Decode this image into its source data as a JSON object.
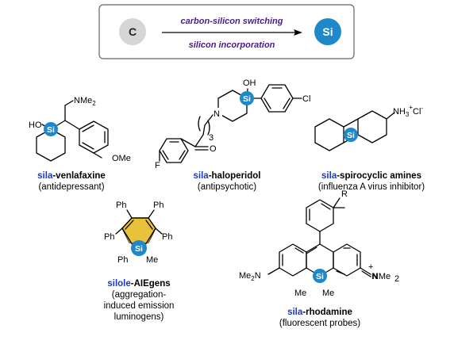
{
  "header": {
    "left_atom": "C",
    "right_atom": "Si",
    "arrow_top_label": "carbon-silicon switching",
    "arrow_bottom_label": "silicon incorporation",
    "colors": {
      "purple_text": "#4b1a8c",
      "si_blue": "#1f88c8",
      "c_gray": "#d6d6d6",
      "box_border": "#666666"
    }
  },
  "atom_labels": {
    "si": "Si",
    "nme2": "NMe",
    "sub2": "2",
    "ho": "HO",
    "oh": "OH",
    "ome": "OMe",
    "cl": "Cl",
    "n": "N",
    "f": "F",
    "o": "O",
    "n3": "3",
    "nh3": "NH",
    "sub3": "3",
    "sup_plus": "+",
    "cl_minus": "Cl",
    "sup_minus": "-",
    "ph": "Ph",
    "me": "Me",
    "r": "R",
    "me2n": "Me",
    "me2n_n": "N"
  },
  "compounds": [
    {
      "prefix": "sila",
      "name": "-venlafaxine",
      "desc": "(antidepressant)"
    },
    {
      "prefix": "sila",
      "name": "-haloperidol",
      "desc": "(antipsychotic)"
    },
    {
      "prefix": "sila",
      "name": "-spirocyclic amines",
      "desc": "(influenza A virus inhibitor)"
    },
    {
      "prefix": "silole",
      "name": "-AIEgens",
      "desc": "(aggregation-",
      "desc2": "induced emission",
      "desc3": "luminogens)"
    },
    {
      "prefix": "sila",
      "name": "-rhodamine",
      "desc": "(fluorescent probes)"
    }
  ]
}
